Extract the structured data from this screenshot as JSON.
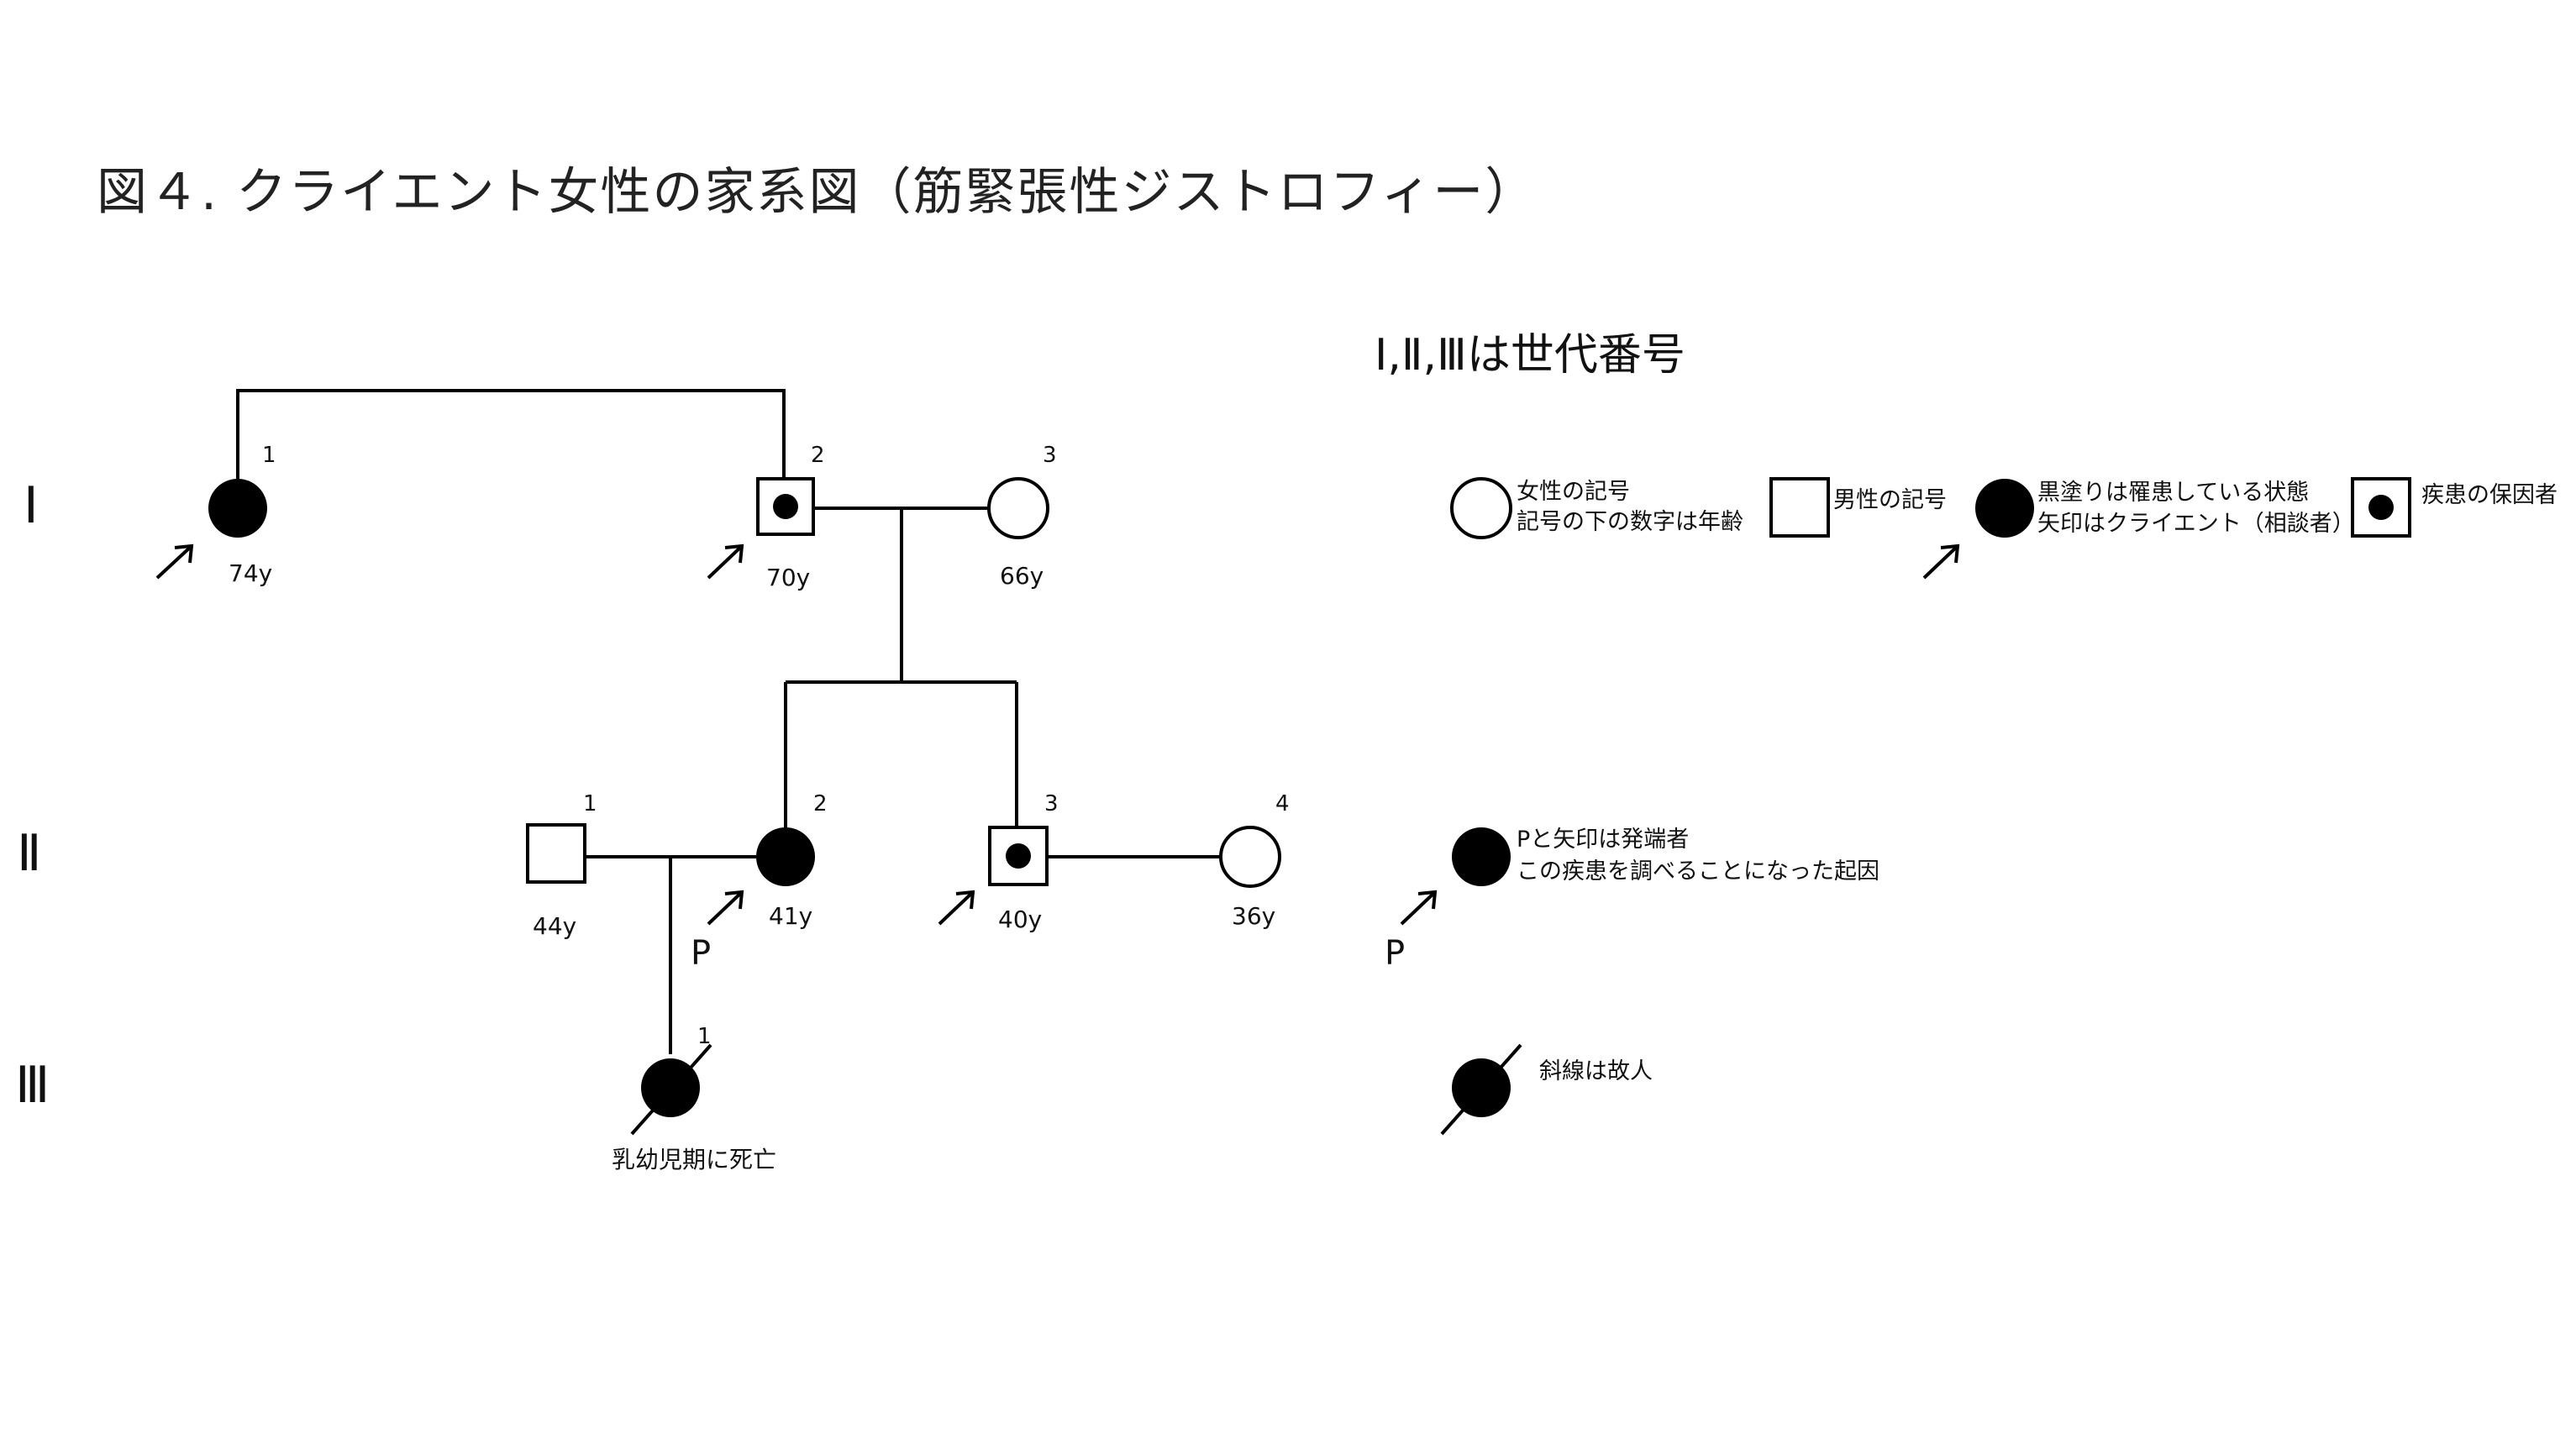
{
  "title": "図４. クライエント女性の家系図（筋緊張性ジストロフィー）",
  "generation_legend": "Ⅰ,Ⅱ,Ⅲは世代番号",
  "generations": [
    "Ⅰ",
    "Ⅱ",
    "Ⅲ"
  ],
  "individuals": [
    {
      "id": "I-1",
      "number": "1",
      "age": "74y",
      "symbol": "affected-female",
      "arrow": true
    },
    {
      "id": "I-2",
      "number": "2",
      "age": "70y",
      "symbol": "carrier-male",
      "arrow": true
    },
    {
      "id": "I-3",
      "number": "3",
      "age": "66y",
      "symbol": "unaffected-female"
    },
    {
      "id": "II-1",
      "number": "1",
      "age": "44y",
      "symbol": "unaffected-male"
    },
    {
      "id": "II-2",
      "number": "2",
      "age": "41y",
      "symbol": "affected-female",
      "arrow": true,
      "proband_label": "P"
    },
    {
      "id": "II-3",
      "number": "3",
      "age": "40y",
      "symbol": "carrier-male",
      "arrow": true
    },
    {
      "id": "II-4",
      "number": "4",
      "age": "36y",
      "symbol": "unaffected-female"
    },
    {
      "id": "III-1",
      "number": "1",
      "note": "乳幼児期に死亡",
      "symbol": "deceased-affected-female"
    }
  ],
  "legend": {
    "female": [
      "女性の記号",
      "記号の下の数字は年齢"
    ],
    "male": "男性の記号",
    "affected": [
      "黒塗りは罹患している状態",
      "矢印はクライエント（相談者）"
    ],
    "carrier": "疾患の保因者",
    "proband": [
      "Pと矢印は発端者",
      "この疾患を調べることになった起因"
    ],
    "proband_label": "P",
    "deceased": "斜線は故人"
  }
}
